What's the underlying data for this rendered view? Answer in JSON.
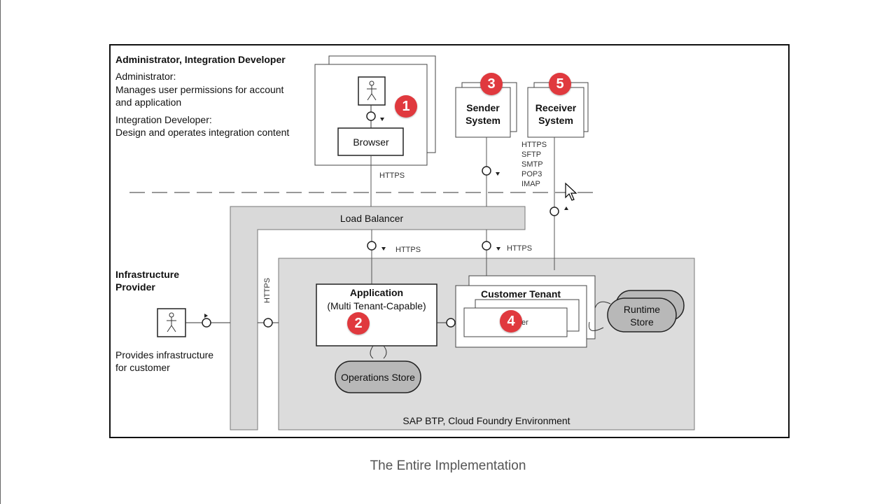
{
  "admin": {
    "title": "Administrator, Integration Developer",
    "admin_label": "Administrator:",
    "admin_desc_1": "Manages user permissions for account",
    "admin_desc_2": "and application",
    "dev_label": "Integration Developer:",
    "dev_desc": "Design and operates integration content"
  },
  "browser": {
    "label": "Browser",
    "protocol": "HTTPS",
    "badge": "1"
  },
  "sender": {
    "line1": "Sender",
    "line2": "System",
    "badge": "3"
  },
  "receiver": {
    "line1": "Receiver",
    "line2": "System",
    "badge": "5",
    "protocols": [
      "HTTPS",
      "SFTP",
      "SMTP",
      "POP3",
      "IMAP"
    ]
  },
  "load_balancer": {
    "label": "Load Balancer",
    "https_1": "HTTPS",
    "https_2": "HTTPS",
    "https_vertical": "HTTPS"
  },
  "infra": {
    "title_1": "Infrastructure",
    "title_2": "Provider",
    "desc_1": "Provides infrastructure",
    "desc_2": "for customer"
  },
  "application": {
    "title": "Application",
    "subtitle": "(Multi Tenant-Capable)",
    "badge": "2"
  },
  "operations_store": {
    "label": "Operations Store"
  },
  "tenant": {
    "title": "Customer Tenant",
    "inner_partial": "er",
    "badge": "4"
  },
  "runtime_store": {
    "line1": "Runtime",
    "line2": "Store"
  },
  "environment": {
    "label": "SAP BTP, Cloud Foundry Environment"
  },
  "caption": "The Entire Implementation",
  "colors": {
    "badge": "#e0393e",
    "panel_gray": "#dcdcdc",
    "store_gray": "#b8b8b8"
  }
}
